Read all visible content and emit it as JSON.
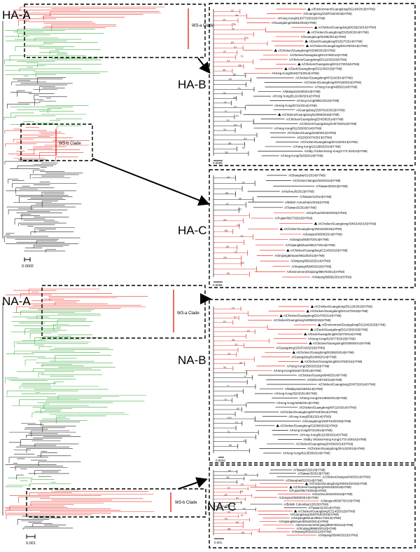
{
  "panels": {
    "ha_a": "HA-A",
    "ha_b": "HA-B",
    "ha_c": "HA-C",
    "na_a": "NA-A",
    "na_b": "NA-B",
    "na_c": "NA-C"
  },
  "clades": {
    "w3a": "W3-a Clade",
    "w3b": "W3-b Clade"
  },
  "scales": {
    "ha_a": "0.0002",
    "ha_b": "0.0005",
    "ha_c": "0.0005",
    "na_a": "0.001",
    "na_b": "0.0002",
    "na_c": "0.001"
  },
  "colors": {
    "red": "#e8362a",
    "green": "#3fae3f",
    "black": "#222222"
  },
  "ha_b": {
    "taxa": [
      {
        "name": "A/Environment/Guangdong/DG104/2015(H7N9)",
        "marked": true,
        "red": true
      },
      {
        "name": "A/Guangdong/15SF018/2015(H7N9)",
        "marked": false,
        "red": true
      },
      {
        "name": "A/Hong Kong/8130773/2015(H7N9)",
        "marked": false,
        "red": true
      },
      {
        "name": "A/Guangdong/02553/2015(H7N9)",
        "marked": false,
        "red": true
      },
      {
        "name": "A/Chicken/Guangdong/DG592/2014(H7N9)",
        "marked": true,
        "red": true
      },
      {
        "name": "A/Chicken/Guangdong/DG593/2014(H7N9)",
        "marked": true,
        "red": true
      },
      {
        "name": "A/Guangdong/02496/2014(H7N9)",
        "marked": false,
        "red": true
      },
      {
        "name": "A/Duck/Guangdong/DG527/2014(H7N9)",
        "marked": true,
        "red": true
      },
      {
        "name": "A/Chicken/Guangdong/DG479/2014(H7N9)",
        "marked": true,
        "red": true
      },
      {
        "name": "A/Chicken/Guangdong/HZ098/2015(H7N9)",
        "marked": true,
        "red": true
      },
      {
        "name": "A/Chicken/Guangdong/DG478/2014(H7N9)",
        "marked": false,
        "red": true
      },
      {
        "name": "A/Chicken/Guangdong/DG120/2015(H7N9)",
        "marked": false,
        "red": true
      },
      {
        "name": "A/Chicken/Guangdong/DG127/2015(H7N9)",
        "marked": true,
        "red": true
      },
      {
        "name": "A/Duck/Guangdong/DG103/2015(H7N9)",
        "marked": true,
        "red": true
      },
      {
        "name": "A/Hong Kong/8194273/2014(H7N9)",
        "marked": false,
        "red": true
      },
      {
        "name": "A/Chicken/Guangdong/KP210/2014(H7N9)",
        "marked": false,
        "red": false
      },
      {
        "name": "A/Chicken/Guangdong/KP218/2014(H7N9)",
        "marked": false,
        "red": false
      },
      {
        "name": "A/Hong Kong/4495/2014(H7N9)",
        "marked": false,
        "red": false
      },
      {
        "name": "A/Malaysia/228/2014(H7N9)",
        "marked": false,
        "red": false
      },
      {
        "name": "A/Hong Kong/8122430/2014(H7N9)",
        "marked": false,
        "red": false
      },
      {
        "name": "A/Hong Kong/5581/2014(H7N9)",
        "marked": false,
        "red": false
      },
      {
        "name": "A/Hong Kong/5731/2014(H7N9)",
        "marked": false,
        "red": false
      },
      {
        "name": "A/Guangdong/15SF010/2015(H7N9)",
        "marked": false,
        "red": false
      },
      {
        "name": "A/Chicken/Guangdong/GZ068/2015(H7N9)",
        "marked": true,
        "red": false
      },
      {
        "name": "A/Chicken/Guangdong/ZH036/2014(H7N9)",
        "marked": false,
        "red": false
      },
      {
        "name": "A/Chicken/Guangdong/ZH073/2014(H7N9)",
        "marked": false,
        "red": false
      },
      {
        "name": "A/Hong Kong/8113530/2014(H7N9)",
        "marked": false,
        "red": false
      },
      {
        "name": "A/Chicken/Guangxi/048/2014(H7N9)",
        "marked": false,
        "red": false
      },
      {
        "name": "A/GD/GH074/2013(H7N9)",
        "marked": false,
        "red": false
      },
      {
        "name": "A/Chicken/Guangdong/ZH123/2014(H7N9)",
        "marked": false,
        "red": false
      },
      {
        "name": "A/Hong Kong/2212982/2014(H7N9)",
        "marked": false,
        "red": false
      },
      {
        "name": "A/silky chicken/Hong Kong/1772-3/2014(H7N9)",
        "marked": false,
        "red": false
      },
      {
        "name": "A/Hong Kong/3263/2014(H7N9)",
        "marked": false,
        "red": false
      }
    ],
    "support": [
      "92",
      "44",
      "26",
      "35",
      "32",
      "20",
      "83",
      "67",
      "97",
      "73",
      "41",
      "58",
      "48",
      "55",
      "63",
      "35",
      "94",
      "46",
      "14",
      "41",
      "21",
      "20",
      "32",
      "60",
      "31",
      "40",
      "38",
      "94",
      "95"
    ]
  },
  "ha_c": {
    "taxa": [
      {
        "name": "A/Shanghai/01/2014(H7N9)",
        "marked": false,
        "red": false
      },
      {
        "name": "A/Chicken/Jiangsu/040/2014(H7N9)",
        "marked": false,
        "red": false
      },
      {
        "name": "A/Taiwan/3/2013(H7N9)",
        "marked": false,
        "red": false
      },
      {
        "name": "A/Huzhou/5/2013(H7N9)",
        "marked": false,
        "red": false
      },
      {
        "name": "A/Taiwan/1/2014(H7N9)",
        "marked": false,
        "red": false
      },
      {
        "name": "A/British Columbia/1/2015(H7N9)",
        "marked": false,
        "red": false
      },
      {
        "name": "A/Taiwan/2/2014(H7N9)",
        "marked": false,
        "red": false
      },
      {
        "name": "A/Guizhou/03240/2015(H7N9)",
        "marked": false,
        "red": true
      },
      {
        "name": "A/Fujian/09273/2015(H7N9)",
        "marked": false,
        "red": true
      },
      {
        "name": "A/Chicken/Guangdong/SW154/2015(H7N9)",
        "marked": true,
        "red": true
      },
      {
        "name": "A/Chicken/Guangdong/SW153/2015(H7N9)",
        "marked": true,
        "red": true
      },
      {
        "name": "A/Jiangsu/06306/2014(H7N9)",
        "marked": false,
        "red": true
      },
      {
        "name": "A/Jiangsu/06307/2014(H7N9)",
        "marked": false,
        "red": true
      },
      {
        "name": "A/XinjiangBinluan/99117/2014(H7N9)",
        "marked": false,
        "red": true
      },
      {
        "name": "A/Chicken/Guangdong/CZ145/2015(H7N9)",
        "marked": true,
        "red": true
      },
      {
        "name": "A/XinjiangBintuan/99118/2014(H7N9)",
        "marked": false,
        "red": true
      },
      {
        "name": "A/Xinjiang/05916/2014(H7N9)",
        "marked": false,
        "red": true
      },
      {
        "name": "A/Xinjiang/05845/2015(H7N9)",
        "marked": false,
        "red": true
      },
      {
        "name": "A/Environment/Xinjiang/98679/2014(H7N9)",
        "marked": false,
        "red": true
      },
      {
        "name": "A/Xinjiang/98692/2014(H7N9)",
        "marked": false,
        "red": true
      }
    ],
    "support": [
      "40",
      "93",
      "96",
      "48",
      "41",
      "60",
      "85",
      "74",
      "86",
      "60",
      "60",
      "74",
      "66",
      "86",
      "99"
    ]
  },
  "na_b": {
    "taxa": [
      {
        "name": "A/Chicken/Guangdong/DG120/2015(H7N9)",
        "marked": true,
        "red": true
      },
      {
        "name": "A/Chicken/Guangdong/DG127/2015(H7N9)",
        "marked": true,
        "red": true
      },
      {
        "name": "A/Chicken/Guangdong/DG478/2014(H7N9)",
        "marked": true,
        "red": true
      },
      {
        "name": "A/Chicken/Guangdong/HZ098/2015(H7N9)",
        "marked": false,
        "red": true
      },
      {
        "name": "A/Environment/Guangdong/DG104/2015(H7N9)",
        "marked": true,
        "red": true
      },
      {
        "name": "A/Duck/Guangdong/DG103/2015(H7N9)",
        "marked": true,
        "red": true
      },
      {
        "name": "A/Duck/Guangdong/DG527/2014(H7N9)",
        "marked": true,
        "red": true
      },
      {
        "name": "A/Hong Kong/8130773/2015(H7N9)",
        "marked": false,
        "red": true
      },
      {
        "name": "A/Chicken/Guangdong/DG593/2014(H7N9)",
        "marked": true,
        "red": true
      },
      {
        "name": "A/Guangdong/15SF018/2015(H7N9)",
        "marked": false,
        "red": true
      },
      {
        "name": "A/Chicken/Guangdong/DG592/2014(H7N9)",
        "marked": true,
        "red": true
      },
      {
        "name": "A/Guangdong/02496/2014(H7N9)",
        "marked": false,
        "red": true
      },
      {
        "name": "A/Chicken/Guangdong/DG479/2014(H7N9)",
        "marked": true,
        "red": true
      },
      {
        "name": "A/Hong Kong/2550/2015(H7N9)",
        "marked": false,
        "red": true
      },
      {
        "name": "A/Hong Kong/8194273/2014(H7N9)",
        "marked": false,
        "red": true
      },
      {
        "name": "A/Chicken/Guangxi/048/2014(H7N9)",
        "marked": false,
        "red": false
      },
      {
        "name": "A/GD/GH074/2013(H7N9)",
        "marked": false,
        "red": false
      },
      {
        "name": "A/Chicken/Guangdong/ZH073/2014(H7N9)",
        "marked": false,
        "red": false
      },
      {
        "name": "A/Malaysia/228/2014(H7N9)",
        "marked": false,
        "red": false
      },
      {
        "name": "A/Hong Kong/3263/2014(H7N9)",
        "marked": false,
        "red": false
      },
      {
        "name": "A/Hong Kong/2212982/2014(H7N9)",
        "marked": false,
        "red": false
      },
      {
        "name": "A/Hong Kong/4495/2014(H7N9)",
        "marked": false,
        "red": false
      },
      {
        "name": "A/Chicken/Guangdong/KP210/2014(H7N9)",
        "marked": false,
        "red": false
      },
      {
        "name": "A/Chicken/Guangdong/KP218/2014(H7N9)",
        "marked": false,
        "red": false
      },
      {
        "name": "A/Hong Kong/5581/2014(H7N9)",
        "marked": false,
        "red": false
      },
      {
        "name": "A/Guangdong/15SF010/2015(H7N9)",
        "marked": false,
        "red": false
      },
      {
        "name": "A/Chicken/Guangdong/GZ068/2015(H7N9)",
        "marked": true,
        "red": false
      },
      {
        "name": "A/Hong Kong/5731/2014(H7N9)",
        "marked": false,
        "red": false
      },
      {
        "name": "A/Hong Kong/8122430/2014(H7N9)",
        "marked": false,
        "red": false
      },
      {
        "name": "A/silky chicken/Hong Kong/1772-3/2014(H7N9)",
        "marked": false,
        "red": false
      },
      {
        "name": "A/Chicken/Guangdong/ZH036/2014(H7N9)",
        "marked": false,
        "red": false
      },
      {
        "name": "A/Chicken/Guangdong/ZH123/2014(H7N9)",
        "marked": false,
        "red": false
      },
      {
        "name": "A/Hong Kong/8113530/2014(H7N9)",
        "marked": false,
        "red": false
      }
    ],
    "support": [
      "74",
      "97",
      "87",
      "18",
      "95",
      "57",
      "21",
      "99",
      "34",
      "9",
      "17",
      "12",
      "12",
      "87",
      "100",
      "15",
      "11",
      "77",
      "55"
    ]
  },
  "na_c": {
    "taxa": [
      {
        "name": "A/Taiwan/1/2014(H7N9)",
        "marked": false,
        "red": false
      },
      {
        "name": "A/Taiwan/3/2013(H7N9)",
        "marked": false,
        "red": false
      },
      {
        "name": "A/Chicken/Jiangsu/040/2014(H7N9)",
        "marked": false,
        "red": false
      },
      {
        "name": "A/Shanghai/01/2014(H7N9)",
        "marked": false,
        "red": false
      },
      {
        "name": "A/Chicken/Guangdong/SW154/2015(H7N9)",
        "marked": true,
        "red": true
      },
      {
        "name": "A/Chicken/Guangdong/SW153/2015(H7N9)",
        "marked": true,
        "red": true
      },
      {
        "name": "A/Fujian/09273/2015(H7N9)",
        "marked": false,
        "red": true
      },
      {
        "name": "A/Guizhou/03240/2015(H7N9)",
        "marked": false,
        "red": true
      },
      {
        "name": "A/Jiangsu/06306/2014(H7N9)",
        "marked": false,
        "red": true
      },
      {
        "name": "A/Jiangsu/06307/2014(H7N9)",
        "marked": false,
        "red": true
      },
      {
        "name": "A/British Columbia/1/2015(H7N9)",
        "marked": false,
        "red": false
      },
      {
        "name": "A/Taiwan/2/2014(H7N9)",
        "marked": false,
        "red": false
      },
      {
        "name": "A/Chicken/Guangdong/CZ145/2015(H7N9)",
        "marked": true,
        "red": true
      },
      {
        "name": "A/Guangdong/15SF010/2015(H7N9)",
        "marked": false,
        "red": true
      },
      {
        "name": "A/XinjiangBintuan/99117/2014(H7N9)",
        "marked": false,
        "red": true
      },
      {
        "name": "A/XinjiangBintuan/99118/2014(H7N9)",
        "marked": false,
        "red": true
      },
      {
        "name": "A/Environment/Xinjiang/98679/2014(H7N9)",
        "marked": false,
        "red": true
      },
      {
        "name": "A/Xinjiang/98692/2014(H7N9)",
        "marked": false,
        "red": true
      },
      {
        "name": "A/Xinjiang/05916/2014(H7N9)",
        "marked": false,
        "red": true
      },
      {
        "name": "A/Xinjiang/05845/2015(H7N9)",
        "marked": false,
        "red": true
      }
    ],
    "support": [
      "86",
      "99",
      "98",
      "25",
      "70",
      "94",
      "87",
      "87",
      "98",
      "98",
      "41",
      "57",
      "93",
      "63",
      "86",
      "83"
    ]
  }
}
